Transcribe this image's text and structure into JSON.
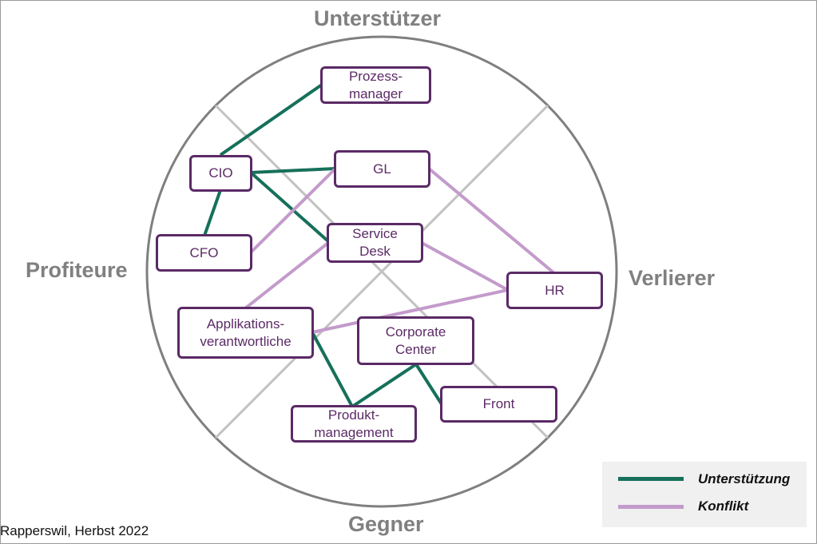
{
  "quadrants": {
    "top": "Unterstützer",
    "left": "Profiteure",
    "right": "Verlierer",
    "bottom": "Gegner"
  },
  "nodes": {
    "prozessmanager": [
      "Prozess-",
      "manager"
    ],
    "cio": [
      "CIO"
    ],
    "gl": [
      "GL"
    ],
    "cfo": [
      "CFO"
    ],
    "servicedesk": [
      "Service",
      "Desk"
    ],
    "hr": [
      "HR"
    ],
    "applikations": [
      "Applikations-",
      "verantwortliche"
    ],
    "corporate": [
      "Corporate",
      "Center"
    ],
    "front": [
      "Front"
    ],
    "produkt": [
      "Produkt-",
      "management"
    ]
  },
  "edges": {
    "unterstuetzung": [
      [
        "cio",
        "prozessmanager"
      ],
      [
        "cio",
        "gl"
      ],
      [
        "cio",
        "servicedesk"
      ],
      [
        "cio",
        "cfo"
      ],
      [
        "applikations",
        "produkt"
      ],
      [
        "produkt",
        "corporate"
      ],
      [
        "corporate",
        "front"
      ]
    ],
    "konflikt": [
      [
        "cfo",
        "gl"
      ],
      [
        "gl",
        "hr"
      ],
      [
        "servicedesk",
        "hr"
      ],
      [
        "servicedesk",
        "applikations"
      ],
      [
        "applikations",
        "hr"
      ]
    ]
  },
  "colors": {
    "unterstuetzung": "#16705a",
    "konflikt": "#c39bcb",
    "node_border": "#5b2a66",
    "quadrant_text": "#808080"
  },
  "legend": {
    "support_label": "Unterstützung",
    "conflict_label": "Konflikt"
  },
  "footer": "Rapperswil, Herbst 2022"
}
